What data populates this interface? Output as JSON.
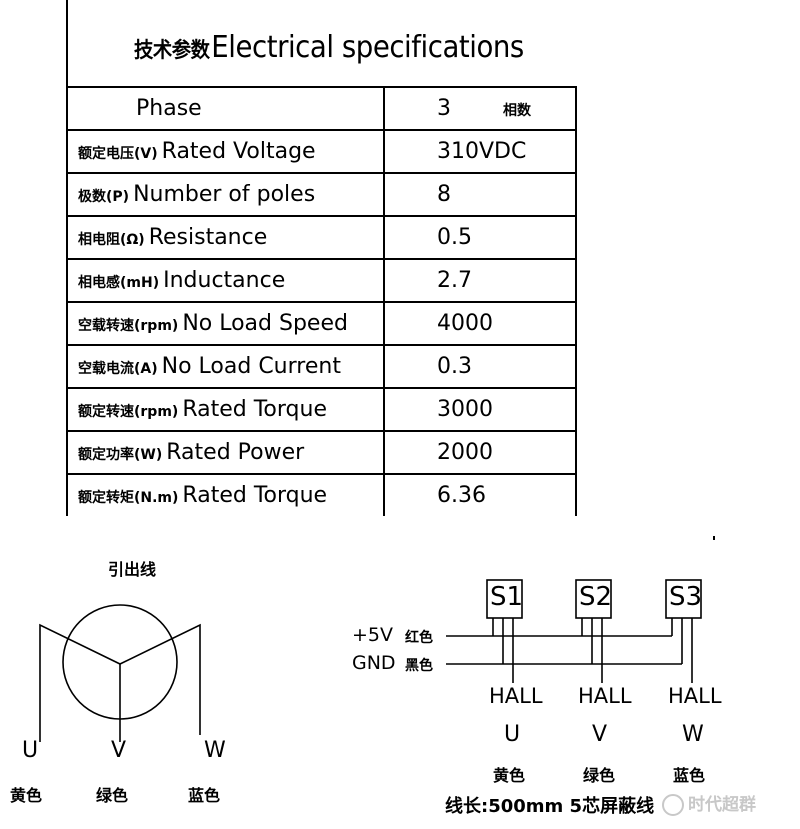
{
  "title": {
    "cn": "技术参数",
    "en": "Electrical specifications"
  },
  "phase_row": {
    "label": "Phase",
    "value": "3",
    "value_cn": "相数"
  },
  "rows": [
    {
      "cn": "额定电压(V)",
      "en": "Rated Voltage",
      "value": "310VDC"
    },
    {
      "cn": "极数(P)",
      "en": "Number of poles",
      "value": "8"
    },
    {
      "cn": "相电阻(Ω)",
      "en": "Resistance",
      "value": "0.5"
    },
    {
      "cn": "相电感(mH)",
      "en": "Inductance",
      "value": "2.7"
    },
    {
      "cn": "空载转速(rpm)",
      "en": "No Load Speed",
      "value": "4000"
    },
    {
      "cn": "空载电流(A)",
      "en": "No Load Current",
      "value": "0.3"
    },
    {
      "cn": "额定转速(rpm)",
      "en": "Rated Torque",
      "value": "3000"
    },
    {
      "cn": "额定功率(W)",
      "en": "Rated Power",
      "value": "2000"
    },
    {
      "cn": "额定转矩(N.m)",
      "en": "Rated Torque",
      "value": "6.36"
    }
  ],
  "motor": {
    "leads_label": "引出线",
    "phases": [
      {
        "letter": "U",
        "color": "黄色"
      },
      {
        "letter": "V",
        "color": "绿色"
      },
      {
        "letter": "W",
        "color": "蓝色"
      }
    ]
  },
  "hall": {
    "sensors": [
      "S1",
      "S2",
      "S3"
    ],
    "power_label": "+5V",
    "power_color": "红色",
    "gnd_label": "GND",
    "gnd_color": "黑色",
    "outputs": [
      {
        "name": "HALL",
        "phase": "U",
        "color": "黄色"
      },
      {
        "name": "HALL",
        "phase": "V",
        "color": "绿色"
      },
      {
        "name": "HALL",
        "phase": "W",
        "color": "蓝色"
      }
    ],
    "cable_note": "线长:500mm 5芯屏蔽线"
  },
  "watermark": "时代超群"
}
